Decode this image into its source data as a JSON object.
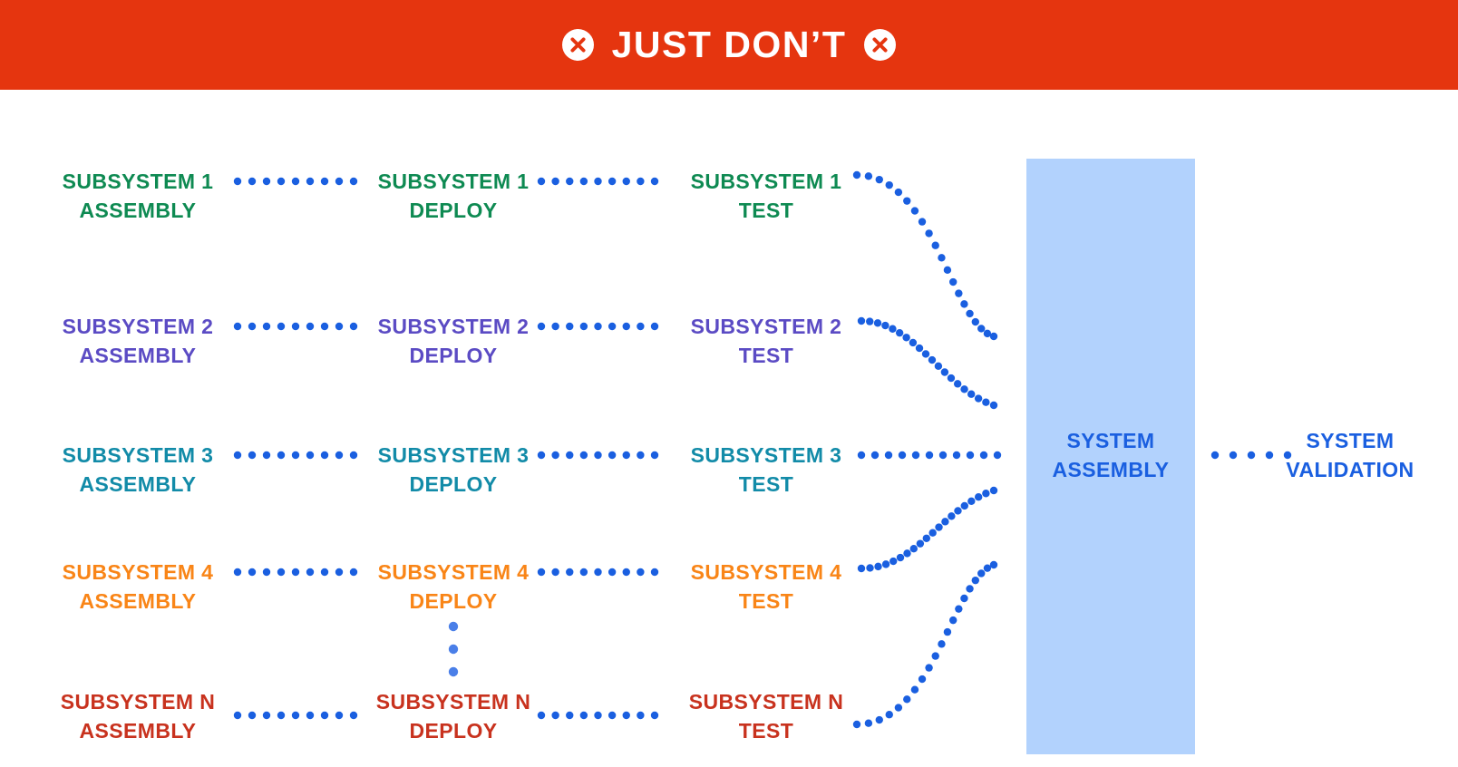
{
  "banner": {
    "title": "JUST DON’T",
    "background_color": "#e5350f",
    "text_color": "#ffffff",
    "left_icon": "x-circle-icon",
    "right_icon": "x-circle-icon"
  },
  "diagram": {
    "type": "pipeline-flow",
    "connector_color": "#1a5fe0",
    "ellipsis_color": "#4a7fe8",
    "columns": [
      "ASSEMBLY",
      "DEPLOY",
      "TEST"
    ],
    "rows": [
      {
        "id": "subsystem-1",
        "color": "#0e8a52",
        "assembly": "SUBSYSTEM 1\nASSEMBLY",
        "deploy": "SUBSYSTEM 1\nDEPLOY",
        "test": "SUBSYSTEM 1\nTEST"
      },
      {
        "id": "subsystem-2",
        "color": "#5b4bc4",
        "assembly": "SUBSYSTEM 2\nASSEMBLY",
        "deploy": "SUBSYSTEM 2\nDEPLOY",
        "test": "SUBSYSTEM 2\nTEST"
      },
      {
        "id": "subsystem-3",
        "color": "#128ba8",
        "assembly": "SUBSYSTEM 3\nASSEMBLY",
        "deploy": "SUBSYSTEM 3\nDEPLOY",
        "test": "SUBSYSTEM 3\nTEST"
      },
      {
        "id": "subsystem-4",
        "color": "#f98517",
        "assembly": "SUBSYSTEM 4\nASSEMBLY",
        "deploy": "SUBSYSTEM 4\nDEPLOY",
        "test": "SUBSYSTEM 4\nTEST"
      },
      {
        "id": "subsystem-n",
        "color": "#c8321e",
        "assembly": "SUBSYSTEM N\nASSEMBLY",
        "deploy": "SUBSYSTEM N\nDEPLOY",
        "test": "SUBSYSTEM N\nTEST"
      }
    ],
    "system_assembly": {
      "label": "SYSTEM\nASSEMBLY",
      "block_color": "#b2d2fd",
      "text_color": "#1a5fe0"
    },
    "system_validation": {
      "label": "SYSTEM\nVALIDATION",
      "text_color": "#1a5fe0"
    },
    "vertical_ellipsis": "•••"
  }
}
